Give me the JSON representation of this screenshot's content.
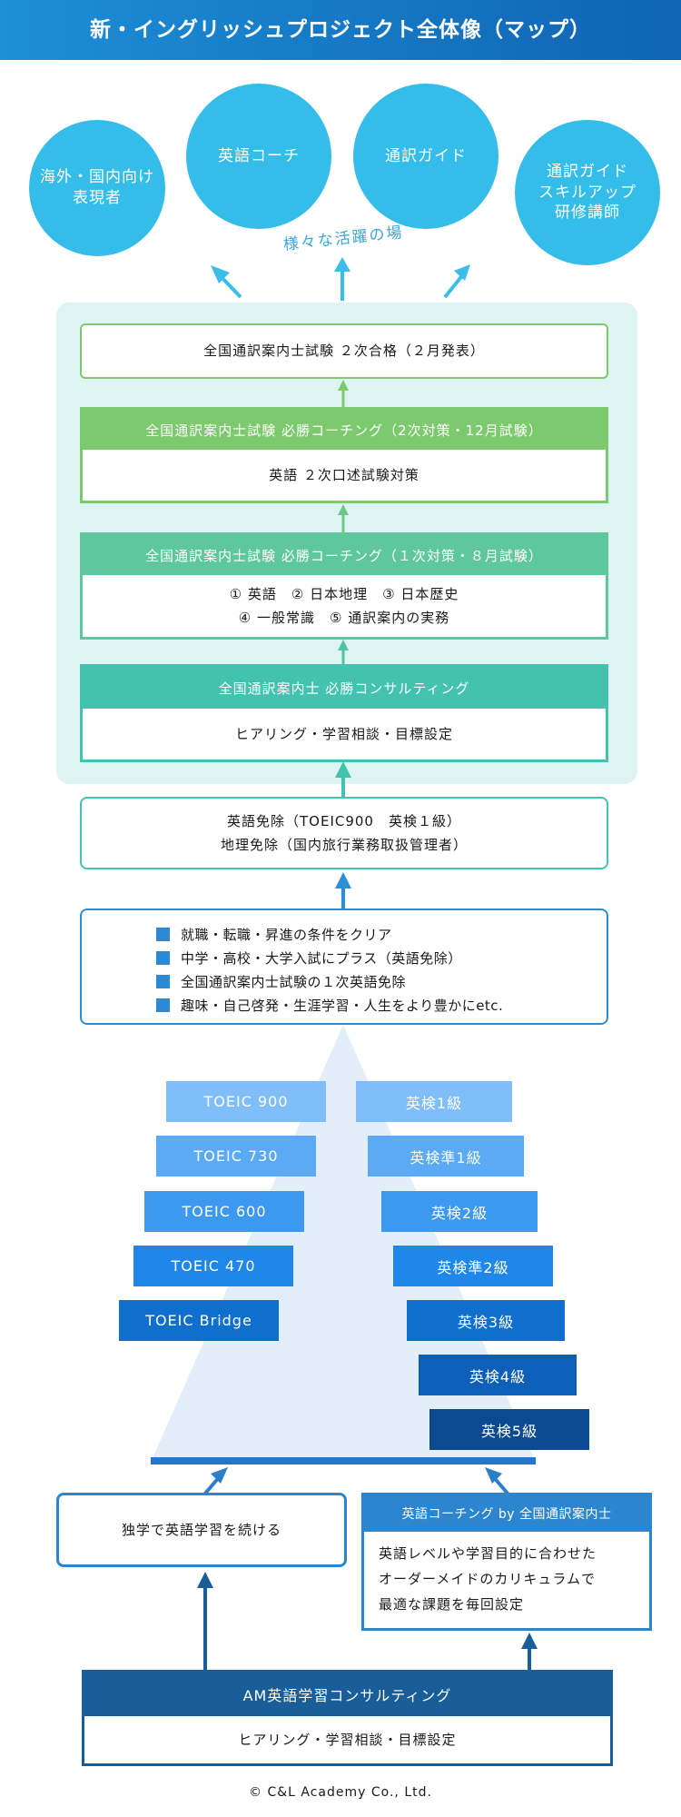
{
  "header": {
    "title": "新・イングリッシュプロジェクト全体像（マップ）"
  },
  "roles": [
    "海外・国内向け\n表現者",
    "英語コーチ",
    "通訳ガイド",
    "通訳ガイド\nスキルアップ\n研修講師"
  ],
  "stage_label": "様々な活躍の場",
  "guide_path": {
    "pass": "全国通訳案内士試験 ２次合格（２月発表）",
    "second": {
      "title": "全国通訳案内士試験 必勝コーチング（2次対策・12月試験）",
      "body": "英語 ２次口述試験対策"
    },
    "first": {
      "title": "全国通訳案内士試験 必勝コーチング（１次対策・８月試験）",
      "body": "① 英語　② 日本地理　③ 日本歴史\n④ 一般常識　⑤ 通訳案内の実務"
    },
    "consulting": {
      "title": "全国通訳案内士 必勝コンサルティング",
      "body": "ヒアリング・学習相談・目標設定"
    }
  },
  "exemption": "英語免除（TOEIC900　英検１級）\n地理免除（国内旅行業務取扱管理者）",
  "benefits": [
    "就職・転職・昇進の条件をクリア",
    "中学・高校・大学入試にプラス（英語免除）",
    "全国通訳案内士試験の１次英語免除",
    "趣味・自己啓発・生涯学習・人生をより豊かにetc."
  ],
  "toeic_levels": [
    "TOEIC 900",
    "TOEIC 730",
    "TOEIC 600",
    "TOEIC 470",
    "TOEIC Bridge"
  ],
  "eiken_levels": [
    "英検1級",
    "英検準1級",
    "英検2級",
    "英検準2級",
    "英検3級",
    "英検4級",
    "英検5級"
  ],
  "self_study": "独学で英語学習を続ける",
  "coaching": {
    "title": "英語コーチング by 全国通訳案内士",
    "body": "英語レベルや学習目的に合わせた\nオーダーメイドのカリキュラムで\n最適な課題を毎回設定"
  },
  "am_consulting": {
    "title": "AM英語学習コンサルティング",
    "body": "ヒアリング・学習相談・目標設定"
  },
  "copyright": "© C&L Academy Co., Ltd.",
  "colors": {
    "header": "#1578c4",
    "circle": "#35bdea",
    "panel": "#def4f3",
    "green_light": "#7cc96e",
    "green_mid": "#5fc79c",
    "teal": "#43c2b0",
    "blue": "#2c8fd3",
    "navy": "#1a5e99"
  }
}
